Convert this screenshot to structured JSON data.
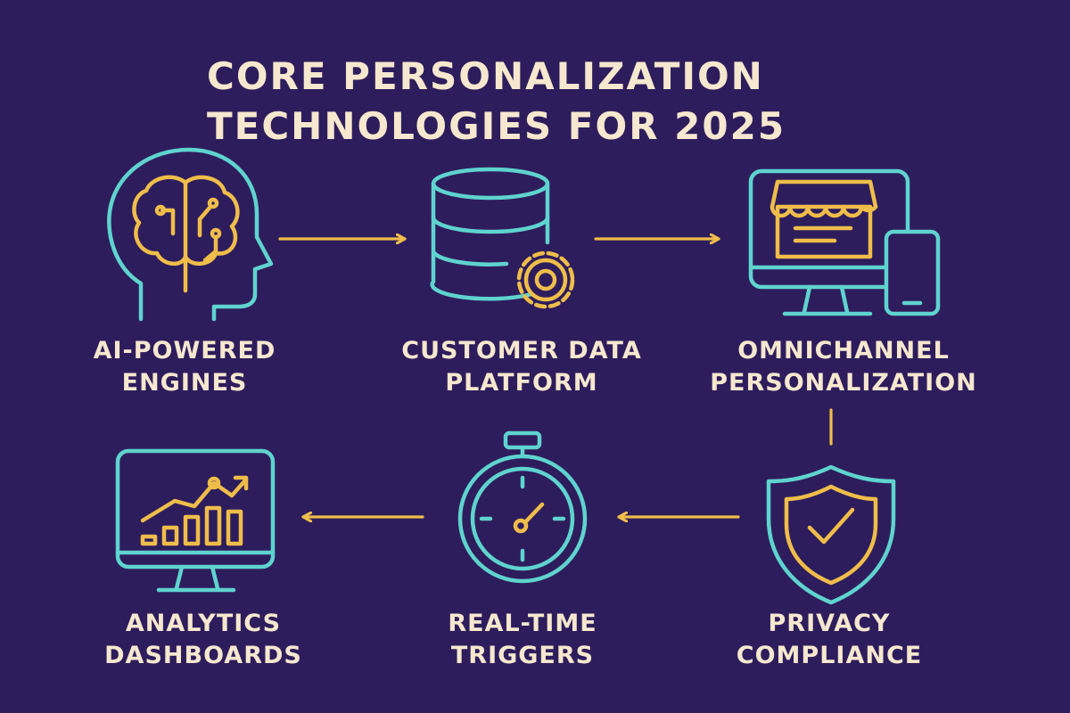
{
  "title": {
    "line1": "CORE PERSONALIZATION",
    "line2": "TECHNOLOGIES FOR 2025"
  },
  "colors": {
    "background": "#2e1d5c",
    "outline_teal": "#5fd3cf",
    "accent_gold": "#efbd4a",
    "text_cream": "#f6e7cf"
  },
  "nodes": [
    {
      "id": "ai",
      "icon": "brain-head-icon",
      "line1": "AI-POWERED",
      "line2": "ENGINES"
    },
    {
      "id": "cdp",
      "icon": "database-gear-icon",
      "line1": "CUSTOMER DATA",
      "line2": "PLATFORM"
    },
    {
      "id": "omni",
      "icon": "storefront-monitor-phone-icon",
      "line1": "OMNICHANNEL",
      "line2": "PERSONALIZATION"
    },
    {
      "id": "privacy",
      "icon": "shield-check-icon",
      "line1": "PRIVACY",
      "line2": "COMPLIANCE"
    },
    {
      "id": "realtime",
      "icon": "stopwatch-icon",
      "line1": "REAL-TIME",
      "line2": "TRIGGERS"
    },
    {
      "id": "analytics",
      "icon": "analytics-monitor-icon",
      "line1": "ANALYTICS",
      "line2": "DASHBOARDS"
    }
  ],
  "flow": [
    {
      "from": "ai",
      "to": "cdp"
    },
    {
      "from": "cdp",
      "to": "omni"
    },
    {
      "from": "omni",
      "to": "privacy"
    },
    {
      "from": "privacy",
      "to": "realtime"
    },
    {
      "from": "realtime",
      "to": "analytics"
    }
  ]
}
